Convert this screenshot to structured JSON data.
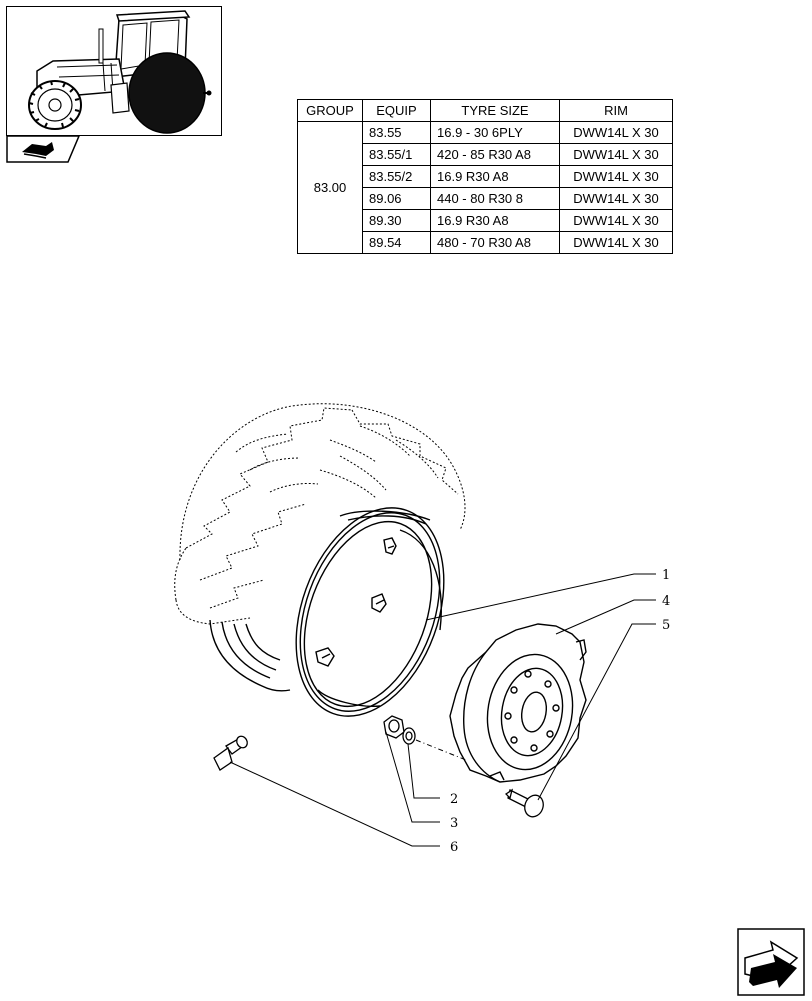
{
  "table": {
    "headers": [
      "GROUP",
      "EQUIP",
      "TYRE SIZE",
      "RIM"
    ],
    "group": "83.00",
    "rows": [
      {
        "equip": "83.55",
        "tyre_size": "16.9 - 30 6PLY",
        "rim": "DWW14L X 30"
      },
      {
        "equip": "83.55/1",
        "tyre_size": "420 - 85 R30 A8",
        "rim": "DWW14L X 30"
      },
      {
        "equip": "83.55/2",
        "tyre_size": "16.9 R30 A8",
        "rim": "DWW14L X 30"
      },
      {
        "equip": "89.06",
        "tyre_size": "440 - 80 R30 8",
        "rim": "DWW14L X 30"
      },
      {
        "equip": "89.30",
        "tyre_size": "16.9 R30 A8",
        "rim": "DWW14L X 30"
      },
      {
        "equip": "89.54",
        "tyre_size": "480 - 70 R30 A8",
        "rim": "DWW14L X 30"
      }
    ]
  },
  "callouts": {
    "c1": "1",
    "c2": "2",
    "c3": "3",
    "c4": "4",
    "c5": "5",
    "c6": "6"
  },
  "icons": {
    "thumbnail": "tractor-rear-wheel-thumbnail",
    "tab": "book-arrow-icon",
    "next": "next-page-arrow-icon"
  }
}
